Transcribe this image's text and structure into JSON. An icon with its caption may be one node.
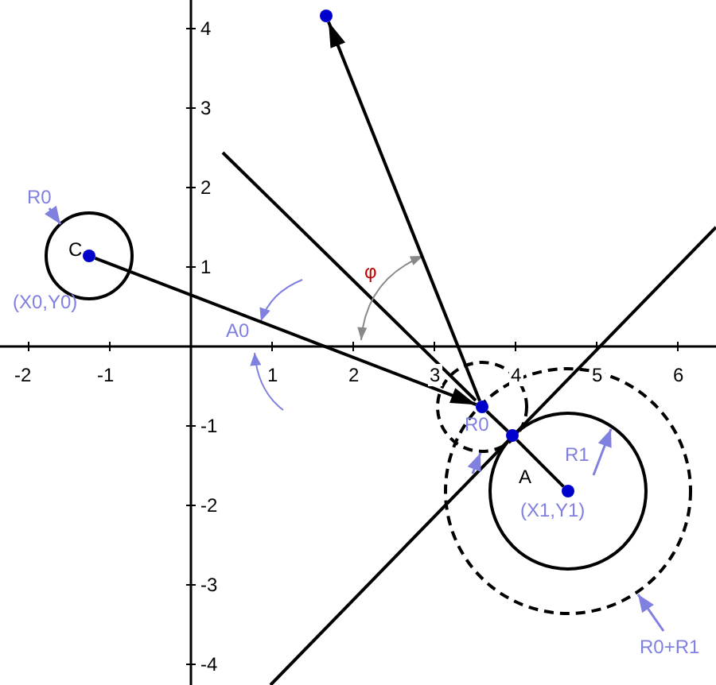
{
  "diagram": {
    "nodes": [
      {
        "text": [],
        "shape": "circle",
        "beside": [
          "C",
          "(X0,Y0)"
        ]
      },
      {
        "text": [],
        "shape": "circle"
      },
      {
        "text": [],
        "shape": "circle"
      },
      {
        "text": [],
        "shape": "circle"
      },
      {
        "text": [],
        "shape": "circle",
        "beside": [
          "(X1,Y1)"
        ]
      }
    ],
    "edges": [
      {
        "from": 0,
        "to": 1,
        "arrow": "to"
      },
      {
        "from": 1,
        "to": 2,
        "arrow": "to"
      },
      {
        "from": 1,
        "to": 3,
        "arrow": "none"
      },
      {
        "from": 3,
        "to": 4,
        "arrow": "none"
      }
    ],
    "labels": [
      "4",
      "3",
      "2",
      "R0",
      "1",
      "φ",
      "A0",
      "-2",
      "-1",
      "1",
      "2",
      "3",
      "4",
      "5",
      "6",
      "-1",
      "R0",
      "R1",
      "A",
      "-2",
      "-3",
      "R0+R1",
      "-4"
    ]
  }
}
